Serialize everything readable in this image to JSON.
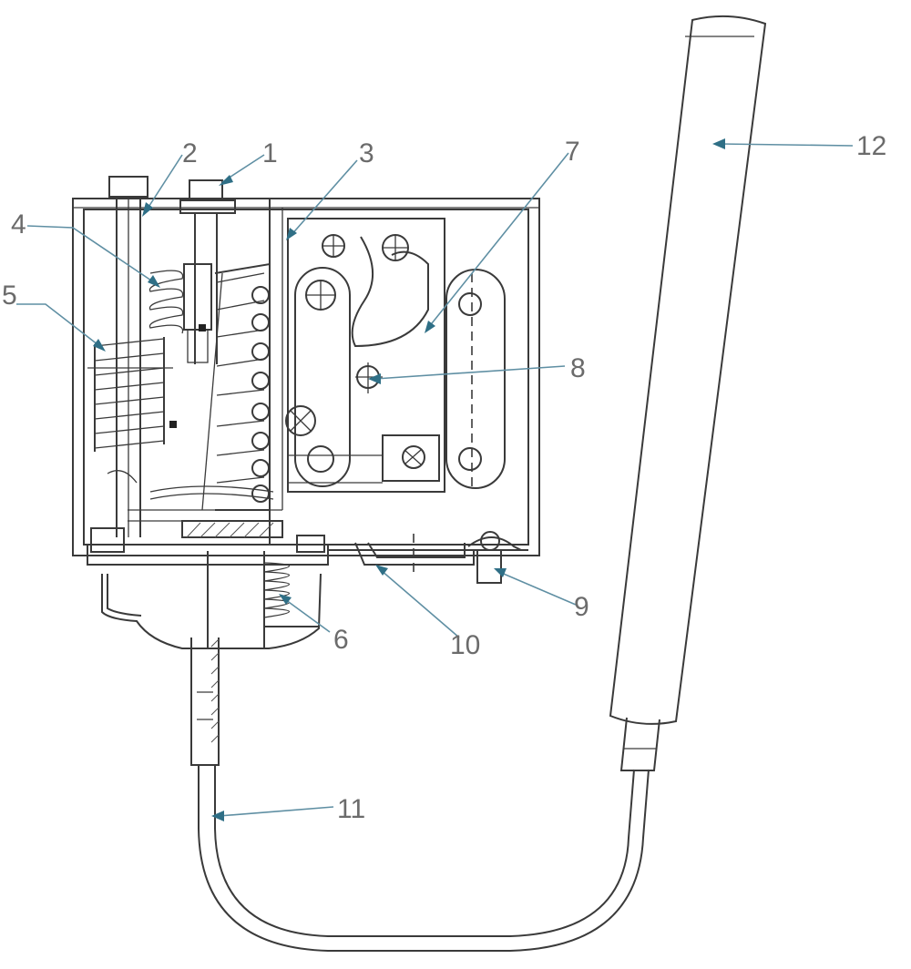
{
  "callouts": [
    {
      "id": "1",
      "label": "1"
    },
    {
      "id": "2",
      "label": "2"
    },
    {
      "id": "3",
      "label": "3"
    },
    {
      "id": "4",
      "label": "4"
    },
    {
      "id": "5",
      "label": "5"
    },
    {
      "id": "6",
      "label": "6"
    },
    {
      "id": "7",
      "label": "7"
    },
    {
      "id": "8",
      "label": "8"
    },
    {
      "id": "9",
      "label": "9"
    },
    {
      "id": "10",
      "label": "10"
    },
    {
      "id": "11",
      "label": "11"
    },
    {
      "id": "12",
      "label": "12"
    }
  ],
  "colors": {
    "drawing": "#3a3a3a",
    "leader": "#5f8fa3",
    "arrowhead": "#2f6f86",
    "label": "#6b6b6b"
  }
}
